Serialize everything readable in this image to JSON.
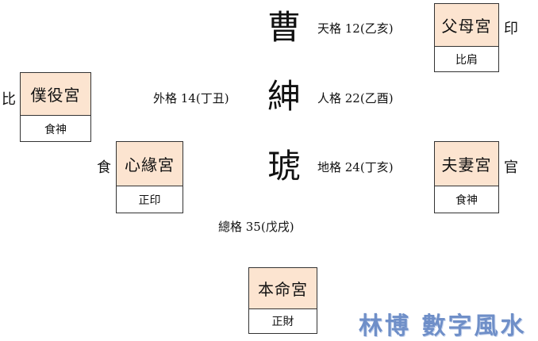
{
  "name_chars": [
    "曹",
    "紳",
    "琥"
  ],
  "grids": {
    "heaven": "天格 12(乙亥)",
    "person": "人格 22(乙酉)",
    "outer": "外格 14(丁丑)",
    "earth": "地格 24(丁亥)",
    "total": "總格 35(戊戌)"
  },
  "palaces": {
    "parents": {
      "title": "父母宮",
      "sub": "比肩",
      "side": "印"
    },
    "servants": {
      "title": "僕役宮",
      "sub": "食神",
      "side": "比"
    },
    "heart": {
      "title": "心緣宮",
      "sub": "正印",
      "side": "食"
    },
    "spouse": {
      "title": "夫妻宮",
      "sub": "食神",
      "side": "官"
    },
    "life": {
      "title": "本命宮",
      "sub": "正財"
    }
  },
  "colors": {
    "palace_header": "#fce4d0",
    "watermark": "#6f8fc8"
  },
  "watermark": "林博 數字風水"
}
